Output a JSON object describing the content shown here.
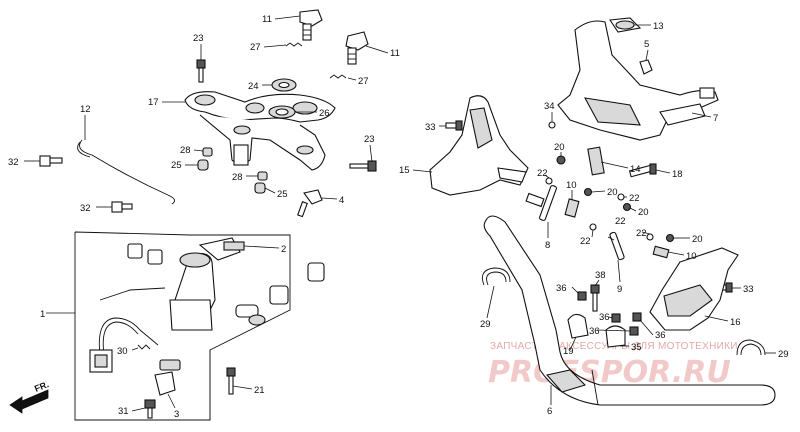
{
  "callouts": [
    {
      "id": "c1",
      "text": "1"
    },
    {
      "id": "c2",
      "text": "2"
    },
    {
      "id": "c3",
      "text": "3"
    },
    {
      "id": "c4",
      "text": "4"
    },
    {
      "id": "c5",
      "text": "5"
    },
    {
      "id": "c6",
      "text": "6"
    },
    {
      "id": "c7",
      "text": "7"
    },
    {
      "id": "c8",
      "text": "8"
    },
    {
      "id": "c9",
      "text": "9"
    },
    {
      "id": "c10a",
      "text": "10"
    },
    {
      "id": "c10b",
      "text": "10"
    },
    {
      "id": "c11a",
      "text": "11"
    },
    {
      "id": "c11b",
      "text": "11"
    },
    {
      "id": "c12",
      "text": "12"
    },
    {
      "id": "c13",
      "text": "13"
    },
    {
      "id": "c14",
      "text": "14"
    },
    {
      "id": "c15",
      "text": "15"
    },
    {
      "id": "c16",
      "text": "16"
    },
    {
      "id": "c17",
      "text": "17"
    },
    {
      "id": "c18",
      "text": "18"
    },
    {
      "id": "c19",
      "text": "19"
    },
    {
      "id": "c20a",
      "text": "20"
    },
    {
      "id": "c20b",
      "text": "20"
    },
    {
      "id": "c20c",
      "text": "20"
    },
    {
      "id": "c20d",
      "text": "20"
    },
    {
      "id": "c21",
      "text": "21"
    },
    {
      "id": "c22a",
      "text": "22"
    },
    {
      "id": "c22b",
      "text": "22"
    },
    {
      "id": "c22c",
      "text": "22"
    },
    {
      "id": "c22d",
      "text": "22"
    },
    {
      "id": "c22e",
      "text": "22"
    },
    {
      "id": "c23a",
      "text": "23"
    },
    {
      "id": "c23b",
      "text": "23"
    },
    {
      "id": "c24",
      "text": "24"
    },
    {
      "id": "c25a",
      "text": "25"
    },
    {
      "id": "c25b",
      "text": "25"
    },
    {
      "id": "c26",
      "text": "26"
    },
    {
      "id": "c27a",
      "text": "27"
    },
    {
      "id": "c27b",
      "text": "27"
    },
    {
      "id": "c28a",
      "text": "28"
    },
    {
      "id": "c28b",
      "text": "28"
    },
    {
      "id": "c29a",
      "text": "29"
    },
    {
      "id": "c29b",
      "text": "29"
    },
    {
      "id": "c30",
      "text": "30"
    },
    {
      "id": "c31",
      "text": "31"
    },
    {
      "id": "c32a",
      "text": "32"
    },
    {
      "id": "c32b",
      "text": "32"
    },
    {
      "id": "c33a",
      "text": "33"
    },
    {
      "id": "c33b",
      "text": "33"
    },
    {
      "id": "c34",
      "text": "34"
    },
    {
      "id": "c35",
      "text": "35"
    },
    {
      "id": "c36a",
      "text": "36"
    },
    {
      "id": "c36b",
      "text": "36"
    },
    {
      "id": "c36c",
      "text": "36"
    },
    {
      "id": "c36d",
      "text": "36"
    },
    {
      "id": "c38",
      "text": "38"
    }
  ],
  "direction_marker": {
    "text": "FR."
  },
  "watermark": {
    "line1": "ЗАПЧАСТИ И АКСЕССУАРЫ ДЛЯ МОТОТЕХНИКИ",
    "line2": "PROFSPOR.RU"
  },
  "colors": {
    "ink": "#111111",
    "watermark": "#e8a8a8"
  }
}
